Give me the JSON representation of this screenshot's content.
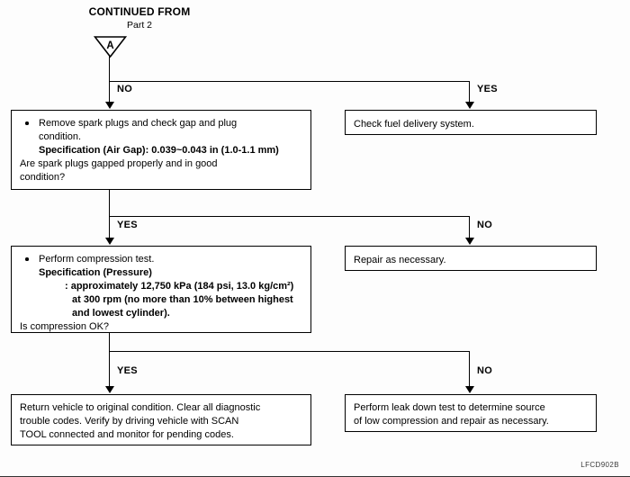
{
  "header": {
    "title": "CONTINUED FROM",
    "subtitle": "Part 2",
    "connector_label": "A"
  },
  "branch_labels": {
    "step1_no": "NO",
    "step1_yes": "YES",
    "step2_yes": "YES",
    "step2_no": "NO",
    "step3_yes": "YES",
    "step3_no": "NO"
  },
  "boxes": {
    "spark_plug": {
      "line1": "Remove spark plugs and check gap and plug",
      "line2": "condition.",
      "line3": "Specification (Air Gap): 0.039~0.043 in (1.0-1.1 mm)",
      "line4": "Are spark plugs gapped properly and in good",
      "line5": "condition?"
    },
    "fuel_delivery": {
      "line1": "Check fuel delivery system."
    },
    "compression": {
      "line1": "Perform compression test.",
      "line2": "Specification (Pressure)",
      "line3": ": approximately 12,750 kPa (184 psi, 13.0 kg/cm²)",
      "line4": "at 300 rpm (no more than 10% between highest",
      "line5": "and lowest cylinder).",
      "line6": "Is compression OK?"
    },
    "repair": {
      "line1": "Repair as necessary."
    },
    "return_vehicle": {
      "line1": "Return vehicle to original condition. Clear all diagnostic",
      "line2": "trouble codes. Verify by driving vehicle with SCAN",
      "line3": "TOOL connected and monitor for pending codes."
    },
    "leak_down": {
      "line1": "Perform leak down test to determine source",
      "line2": "of low compression and repair as necessary."
    }
  },
  "footer": {
    "figure_code": "LFCD902B"
  }
}
